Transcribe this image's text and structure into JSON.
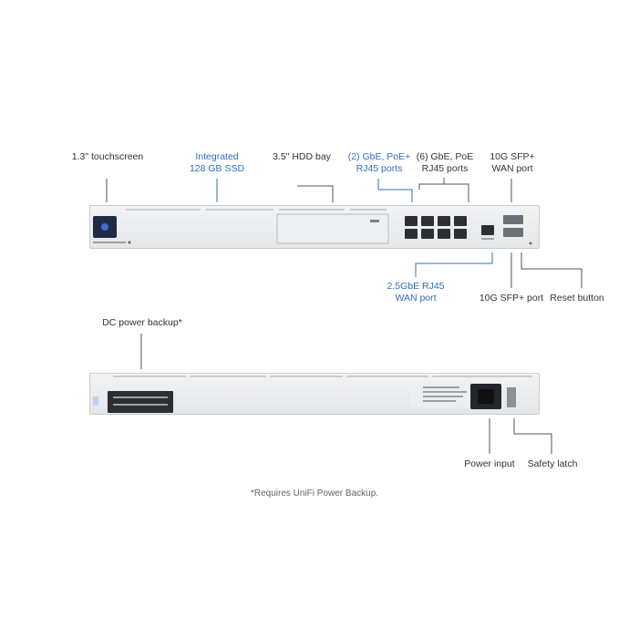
{
  "front_labels": {
    "touchscreen": "1.3\" touchscreen",
    "ssd": [
      "Integrated",
      "128 GB SSD"
    ],
    "hdd": "3.5\" HDD bay",
    "poe": [
      "(2) GbE, PoE+",
      "RJ45 ports"
    ],
    "gbe": [
      "(6) GbE, PoE",
      "RJ45 ports"
    ],
    "sfp_wan": [
      "10G SFP+",
      "WAN port"
    ],
    "wan25": [
      "2.5GbE RJ45",
      "WAN port"
    ],
    "sfp": "10G SFP+ port",
    "reset": "Reset button"
  },
  "rear_labels": {
    "dc": "DC power backup*",
    "power": "Power input",
    "latch": "Safety latch"
  },
  "footnote": "*Requires UniFi Power Backup.",
  "colors": {
    "accent": "#2f6fc0",
    "text": "#333333",
    "chassis": "#e8eaec"
  }
}
